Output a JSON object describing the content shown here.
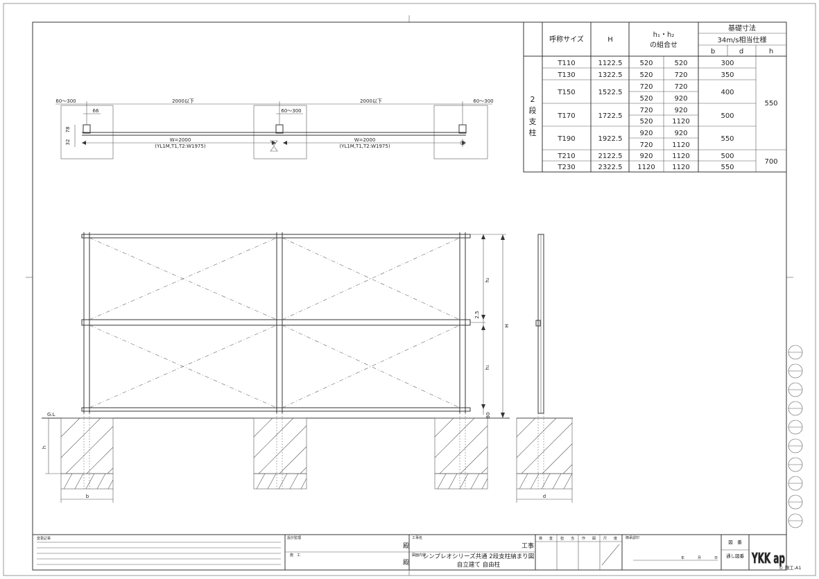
{
  "spec_table": {
    "headers": {
      "name": "呼称サイズ",
      "H": "H",
      "h_combo_top": "h₁・h₂",
      "h_combo_bottom": "の組合せ",
      "foundation": "基礎寸法",
      "wind": "34m/s相当仕様",
      "b": "b",
      "d": "d",
      "h": "h"
    },
    "group_label": "2段支柱",
    "rows": [
      {
        "name": "T110",
        "H": "1122.5",
        "h1": "520",
        "h2": "520",
        "b": "300"
      },
      {
        "name": "T130",
        "H": "1322.5",
        "h1": "520",
        "h2": "720",
        "b": "350"
      },
      {
        "name": "T150",
        "H": "1522.5",
        "h1": "720",
        "h2": "720",
        "b": "400"
      },
      {
        "name": "",
        "H": "",
        "h1": "520",
        "h2": "920",
        "b": ""
      },
      {
        "name": "T170",
        "H": "1722.5",
        "h1": "720",
        "h2": "920",
        "b": "500"
      },
      {
        "name": "",
        "H": "",
        "h1": "520",
        "h2": "1120",
        "b": ""
      },
      {
        "name": "T190",
        "H": "1922.5",
        "h1": "920",
        "h2": "920",
        "b": "550"
      },
      {
        "name": "",
        "H": "",
        "h1": "720",
        "h2": "1120",
        "b": ""
      },
      {
        "name": "T210",
        "H": "2122.5",
        "h1": "920",
        "h2": "1120",
        "b": "500"
      },
      {
        "name": "T230",
        "H": "2322.5",
        "h1": "1120",
        "h2": "1120",
        "b": "550"
      }
    ],
    "h_values": [
      "550",
      "700"
    ]
  },
  "plan_view": {
    "left_edge": "60～300",
    "span1": "2000以下",
    "span2": "2000以下",
    "right_edge": "60～300",
    "mid": "60～300",
    "dim66": "66",
    "dim78": "78",
    "dim32": "32",
    "w1_line1": "W=2000",
    "w1_line2": "(YL1M,T1,T2:W1975)",
    "w2_line1": "W=2000",
    "w2_line2": "(YL1M,T1,T2:W1975)"
  },
  "elevation": {
    "gl": "G.L",
    "h2": "h₂",
    "h1": "h₁",
    "dim25": "2.5",
    "H": "H",
    "dim80": "80",
    "h_found": "h",
    "b": "b",
    "d": "d"
  },
  "title_block": {
    "change_record": "変更記事",
    "design_supervision": "設計監理",
    "dono1": "殿",
    "construction": "施　工",
    "dono2": "殿",
    "project_name_label": "工事名",
    "project_suffix": "工事",
    "drawing_content_label": "図面内容",
    "drawing_title": "シンプレオシリーズ共通 2段支柱納まり図",
    "drawing_subtitle": "自立建て 自由柱",
    "approvals": [
      "検",
      "査",
      "担",
      "当",
      "作",
      "図",
      "尺",
      "度"
    ],
    "approved_label": "御承認印",
    "date_year": "年",
    "date_month": "月",
    "date_day": "日",
    "drawing_no": "図　番",
    "serial_no": "通し図番",
    "logo": "YKK ap",
    "code": "© 施工-A1"
  }
}
